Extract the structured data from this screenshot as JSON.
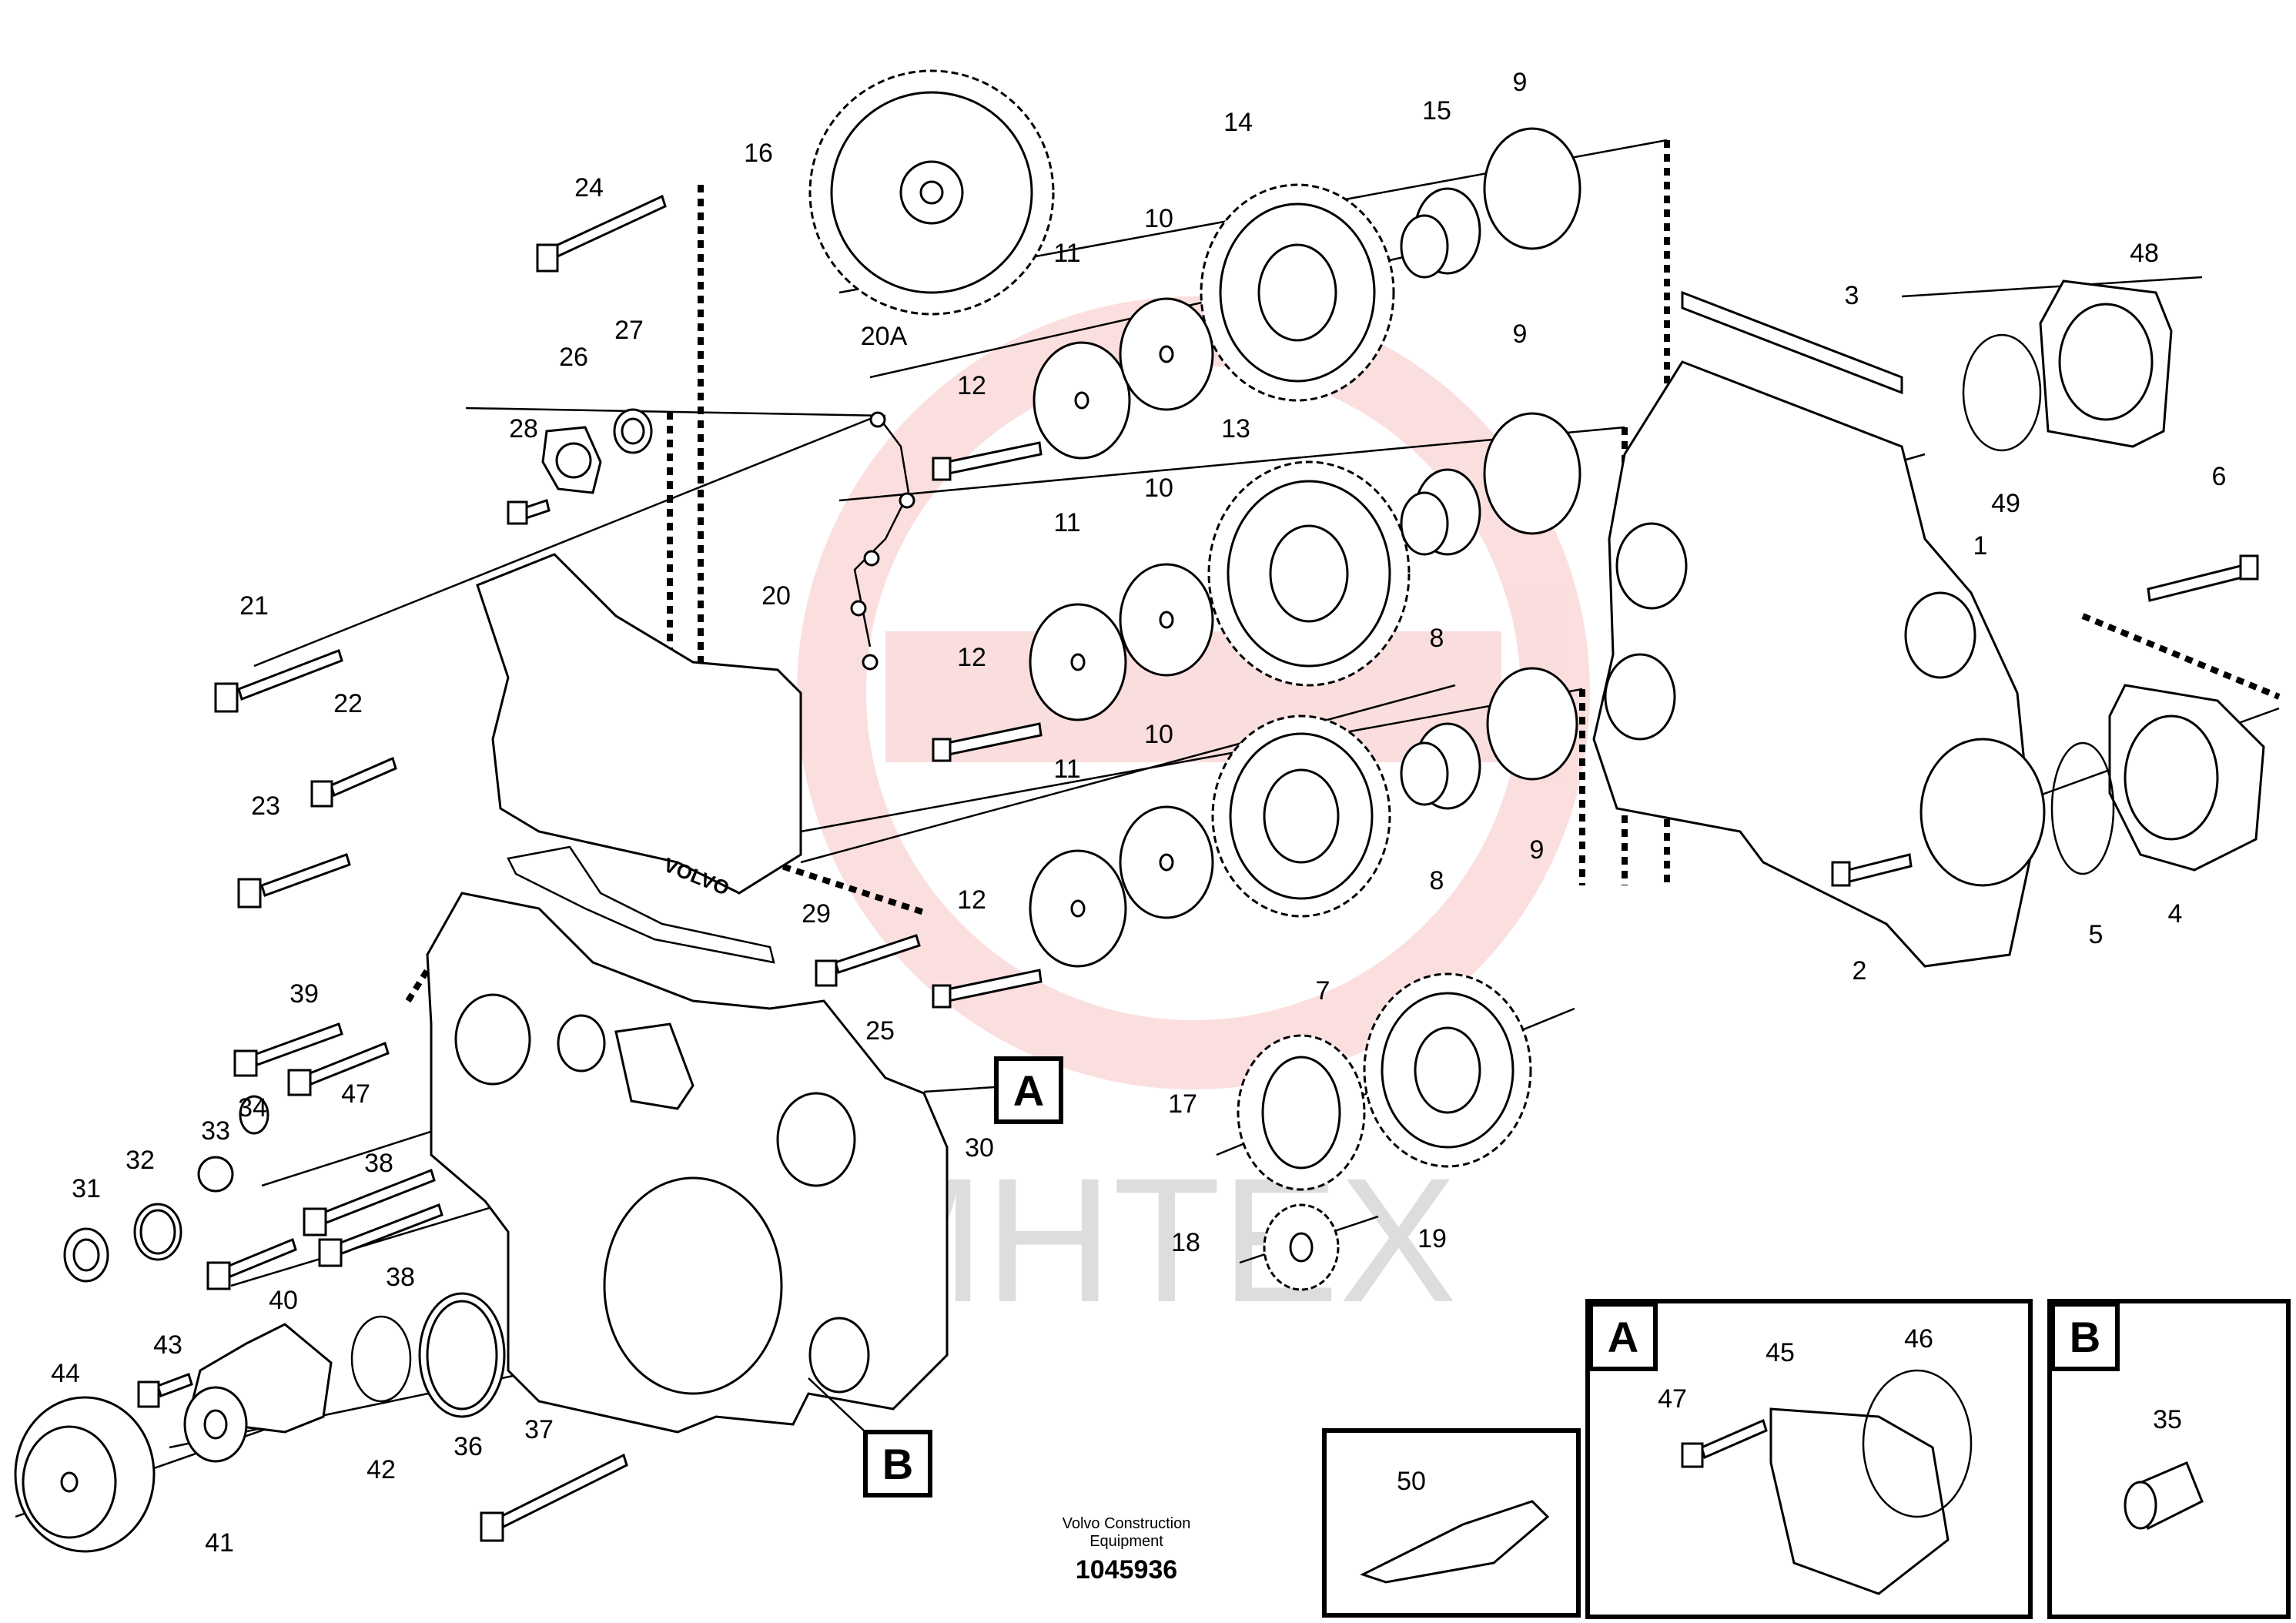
{
  "labels": {
    "p1": "1",
    "p2": "2",
    "p3": "3",
    "p4": "4",
    "p5": "5",
    "p6": "6",
    "p7": "7",
    "p8a": "8",
    "p8b": "8",
    "p9a": "9",
    "p9b": "9",
    "p9c": "9",
    "p10a": "10",
    "p10b": "10",
    "p10c": "10",
    "p11a": "11",
    "p11b": "11",
    "p11c": "11",
    "p12a": "12",
    "p12b": "12",
    "p12c": "12",
    "p13": "13",
    "p14": "14",
    "p15": "15",
    "p16": "16",
    "p17": "17",
    "p18": "18",
    "p19": "19",
    "p20": "20",
    "p20a": "20A",
    "p21": "21",
    "p22": "22",
    "p23": "23",
    "p24": "24",
    "p25": "25",
    "p26": "26",
    "p27": "27",
    "p28": "28",
    "p29": "29",
    "p30": "30",
    "p31": "31",
    "p32": "32",
    "p33": "33",
    "p34": "34",
    "p35": "35",
    "p36": "36",
    "p37": "37",
    "p38a": "38",
    "p38b": "38",
    "p39": "39",
    "p40": "40",
    "p41": "41",
    "p42": "42",
    "p43": "43",
    "p44": "44",
    "p45": "45",
    "p46": "46",
    "p47a": "47",
    "p47b": "47",
    "p48": "48",
    "p49": "49",
    "p50": "50"
  },
  "callouts": {
    "a_main": "A",
    "b_main": "B",
    "a_detail": "A",
    "b_detail": "B"
  },
  "cover_brand": "VOLVO",
  "footer": {
    "line1": "Volvo Construction",
    "line2": "Equipment",
    "ref": "1045936"
  },
  "watermark": "MHTEX"
}
